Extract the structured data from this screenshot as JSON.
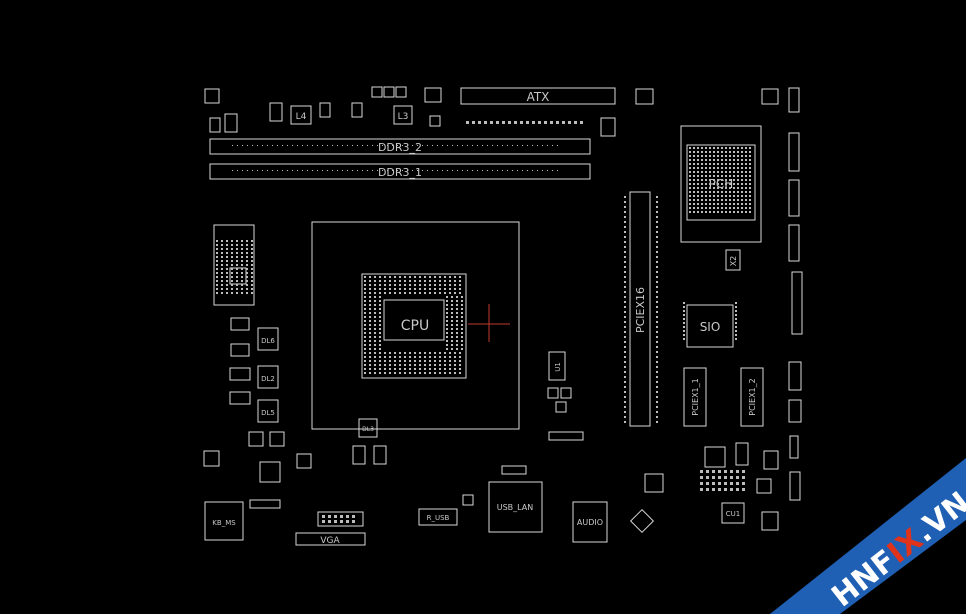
{
  "labels": {
    "atx": "ATX",
    "ddr3_2": "DDR3_2",
    "ddr3_1": "DDR3_1",
    "cpu": "CPU",
    "pch": "PCH",
    "sio": "SIO",
    "pciex16": "PCIEX16",
    "pciex1_1": "PCIEX1_1",
    "pciex1_2": "PCIEX1_2",
    "vga": "VGA",
    "kb_ms": "KB_MS",
    "r_usb": "R_USB",
    "usb_lan": "USB_LAN",
    "audio": "AUDIO",
    "cu1": "CU1",
    "l4": "L4",
    "l3": "L3",
    "x2": "X2",
    "dl6": "DL6",
    "dl2": "DL2",
    "dl5": "DL5",
    "dl3": "DL3",
    "u1": "U1"
  },
  "watermark": {
    "text_a": "HNF",
    "text_b": "IX",
    "text_c": ".VN",
    "color_main": "#ffffff",
    "color_accent": "#e0331a",
    "band_color": "#1f5fb4"
  },
  "colors": {
    "background": "#000000",
    "silkscreen": "#d8d8d8",
    "crosshair": "#c0392b"
  }
}
